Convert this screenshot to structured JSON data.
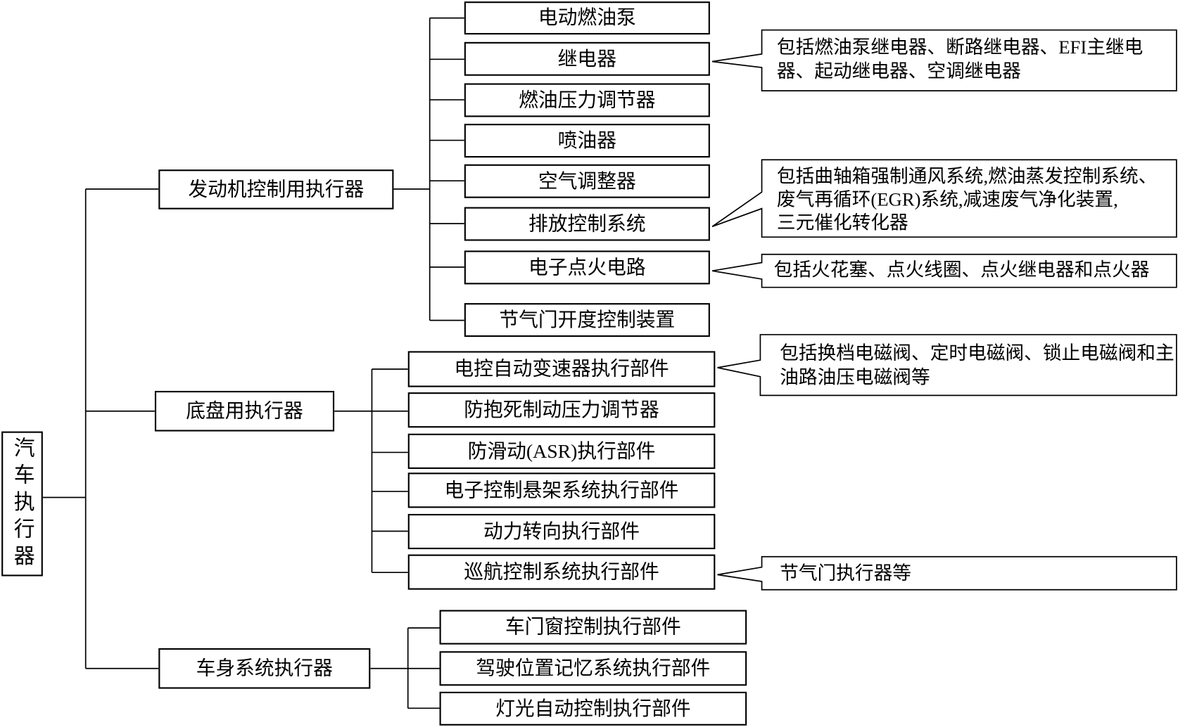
{
  "root": {
    "label": "汽车执行器"
  },
  "engine": {
    "label": "发动机控制用执行器",
    "items": [
      "电动燃油泵",
      "继电器",
      "燃油压力调节器",
      "喷油器",
      "空气调整器",
      "排放控制系统",
      "电子点火电路",
      "节气门开度控制装置"
    ],
    "notes": {
      "relay": [
        "包括燃油泵继电器、断路继电器、EFI主继电",
        "器、起动继电器、空调继电器"
      ],
      "emission": [
        "包括曲轴箱强制通风系统,燃油蒸发控制系统、",
        "废气再循环(EGR)系统,减速废气净化装置,",
        "三元催化转化器"
      ],
      "ignition": [
        "包括火花塞、点火线圈、点火继电器和点火器"
      ]
    }
  },
  "chassis": {
    "label": "底盘用执行器",
    "items": [
      "电控自动变速器执行部件",
      "防抱死制动压力调节器",
      "防滑动(ASR)执行部件",
      "电子控制悬架系统执行部件",
      "动力转向执行部件",
      "巡航控制系统执行部件"
    ],
    "notes": {
      "transmission": [
        "包括换档电磁阀、定时电磁阀、锁止电磁阀和主",
        "油路油压电磁阀等"
      ],
      "cruise": [
        "节气门执行器等"
      ]
    }
  },
  "body": {
    "label": "车身系统执行器",
    "items": [
      "车门窗控制执行部件",
      "驾驶位置记忆系统执行部件",
      "灯光自动控制执行部件"
    ]
  }
}
